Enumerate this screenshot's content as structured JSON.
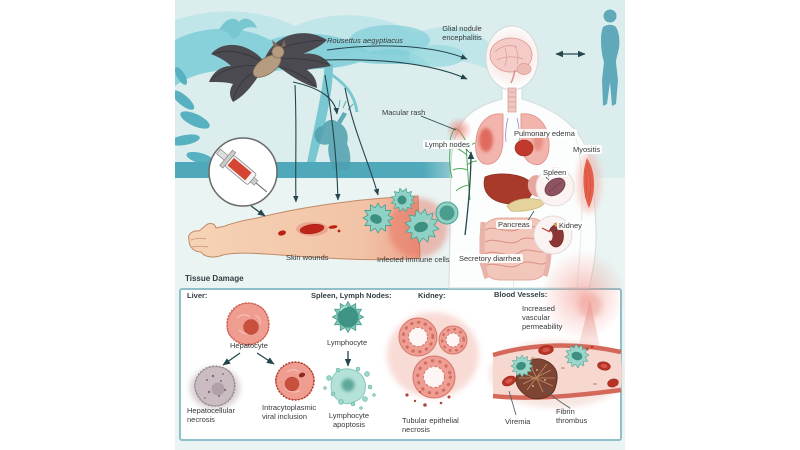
{
  "scene": {
    "species_label": "Rousettus aegyptiacus",
    "labels": {
      "glial_nodule_encephalitis": "Glial nodule encephalitis",
      "macular_rash": "Macular rash",
      "lymph_nodes": "Lymph nodes",
      "pulmonary_edema": "Pulmonary edema",
      "myositis": "Myositis",
      "spleen": "Spleen",
      "pancreas": "Pancreas",
      "kidney": "Kidney",
      "secretory_diarrhea": "Secretory diarrhea",
      "skin_wounds": "Skin wounds",
      "infected_immune_cells": "Infected immune cells"
    }
  },
  "tissue_damage_panel": {
    "title": "Tissue Damage",
    "liver": {
      "header": "Liver:",
      "source_cell": "Hepatocyte",
      "outcome_left": "Hepatocellular necrosis",
      "outcome_right": "Intracytoplasmic viral inclusion"
    },
    "spleen_lymph_nodes": {
      "header": "Spleen, Lymph Nodes:",
      "source_cell": "Lymphocyte",
      "outcome": "Lymphocyte apoptosis"
    },
    "kidney": {
      "header": "Kidney:",
      "outcome": "Tubular epithelial necrosis"
    },
    "blood_vessels": {
      "header": "Blood Vessels:",
      "finding_top": "Increased vascular permeability",
      "finding_left": "Viremia",
      "finding_right": "Fibrin thrombus"
    }
  },
  "colors": {
    "scene_background": "#dcedee",
    "tree_teal": "#83ced8",
    "band_teal": "#4fa9ba",
    "silhouette_teal": "#5fa9bb",
    "immune_cell_teal": "#8fd2c5",
    "pink_cell": "#ef9d90",
    "organ_dark_red": "#a73a2a",
    "arrow_dark": "#24464c",
    "panel_border": "#8ebfca",
    "wound_red": "#c0241a"
  }
}
